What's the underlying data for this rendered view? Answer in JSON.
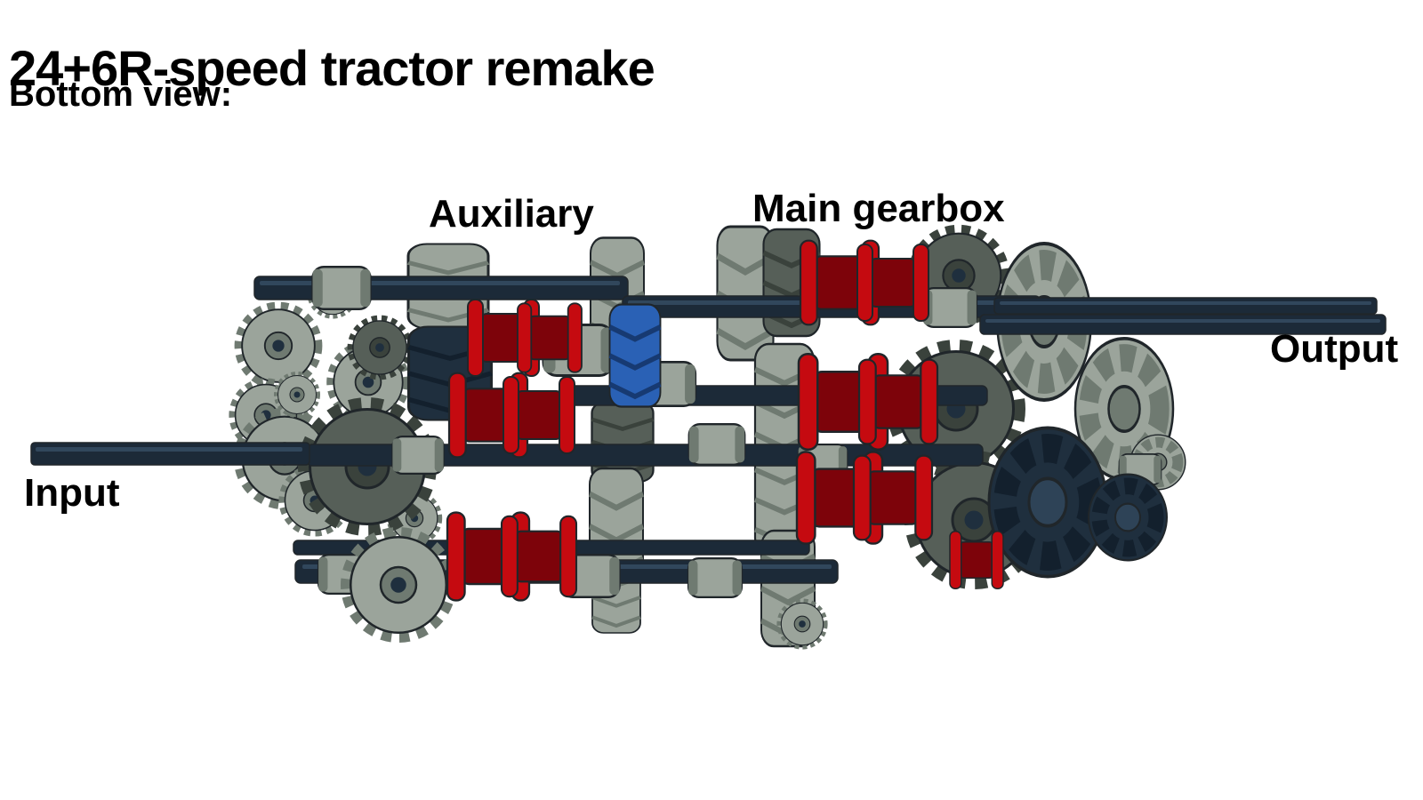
{
  "page": {
    "title": "24+6R-speed tractor remake",
    "subtitle": "Bottom view:"
  },
  "labels": {
    "auxiliary": "Auxiliary",
    "main_gearbox": "Main gearbox",
    "input": "Input",
    "output": "Output"
  },
  "colors": {
    "background": "#ffffff",
    "text": "#000000",
    "axle": "#1c2a38",
    "axle-light": "#31475c",
    "gear-light": "#9ba49b",
    "gear-lighter": "#c3c9bf",
    "gear-mid": "#6f7a71",
    "gear-dark": "#565f58",
    "gear-darker": "#3a423c",
    "navy": "#1f2f3e",
    "navy-light": "#2e4357",
    "red": "#c50a10",
    "red-dark": "#7d030a",
    "blue": "#2a61b5",
    "blue-dark": "#173a72",
    "outline": "#20262a"
  }
}
